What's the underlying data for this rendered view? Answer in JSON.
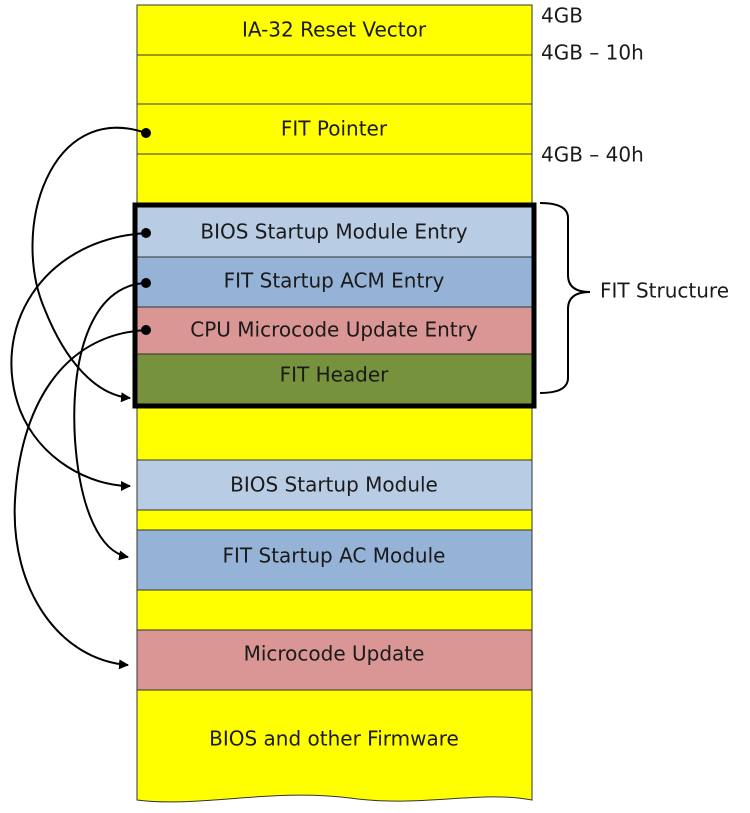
{
  "segments": {
    "reset_vector": {
      "label": "IA-32 Reset Vector",
      "color": "#FFFF00"
    },
    "gap_after_reset": {
      "label": "",
      "color": "#FFFF00"
    },
    "fit_pointer": {
      "label": "FIT Pointer",
      "color": "#FFFF00"
    },
    "gap_after_pointer": {
      "label": "",
      "color": "#FFFF00"
    },
    "bios_entry": {
      "label": "BIOS Startup Module Entry",
      "color": "#B8CCE4"
    },
    "acm_entry": {
      "label": "FIT Startup ACM Entry",
      "color": "#95B3D7"
    },
    "ucode_entry": {
      "label": "CPU Microcode Update Entry",
      "color": "#D99694"
    },
    "fit_header": {
      "label": "FIT Header",
      "color": "#76923C"
    },
    "gap_after_fit": {
      "label": "",
      "color": "#FFFF00"
    },
    "bios_module": {
      "label": "BIOS Startup Module",
      "color": "#B8CCE4"
    },
    "gap_after_bios": {
      "label": "",
      "color": "#FFFF00"
    },
    "acm_module": {
      "label": "FIT Startup AC Module",
      "color": "#95B3D7"
    },
    "gap_after_acm": {
      "label": "",
      "color": "#FFFF00"
    },
    "ucode_module": {
      "label": "Microcode Update",
      "color": "#D99694"
    },
    "bios_firmware": {
      "label": "BIOS and other Firmware",
      "color": "#FFFF00"
    }
  },
  "addresses": {
    "top": "4GB",
    "minus_10h": "4GB – 10h",
    "minus_40h": "4GB – 40h"
  },
  "fit_structure_label": "FIT Structure",
  "pointers": [
    {
      "from": "fit_pointer",
      "to": "fit_header"
    },
    {
      "from": "bios_entry",
      "to": "bios_module"
    },
    {
      "from": "acm_entry",
      "to": "acm_module"
    },
    {
      "from": "ucode_entry",
      "to": "ucode_module"
    }
  ]
}
